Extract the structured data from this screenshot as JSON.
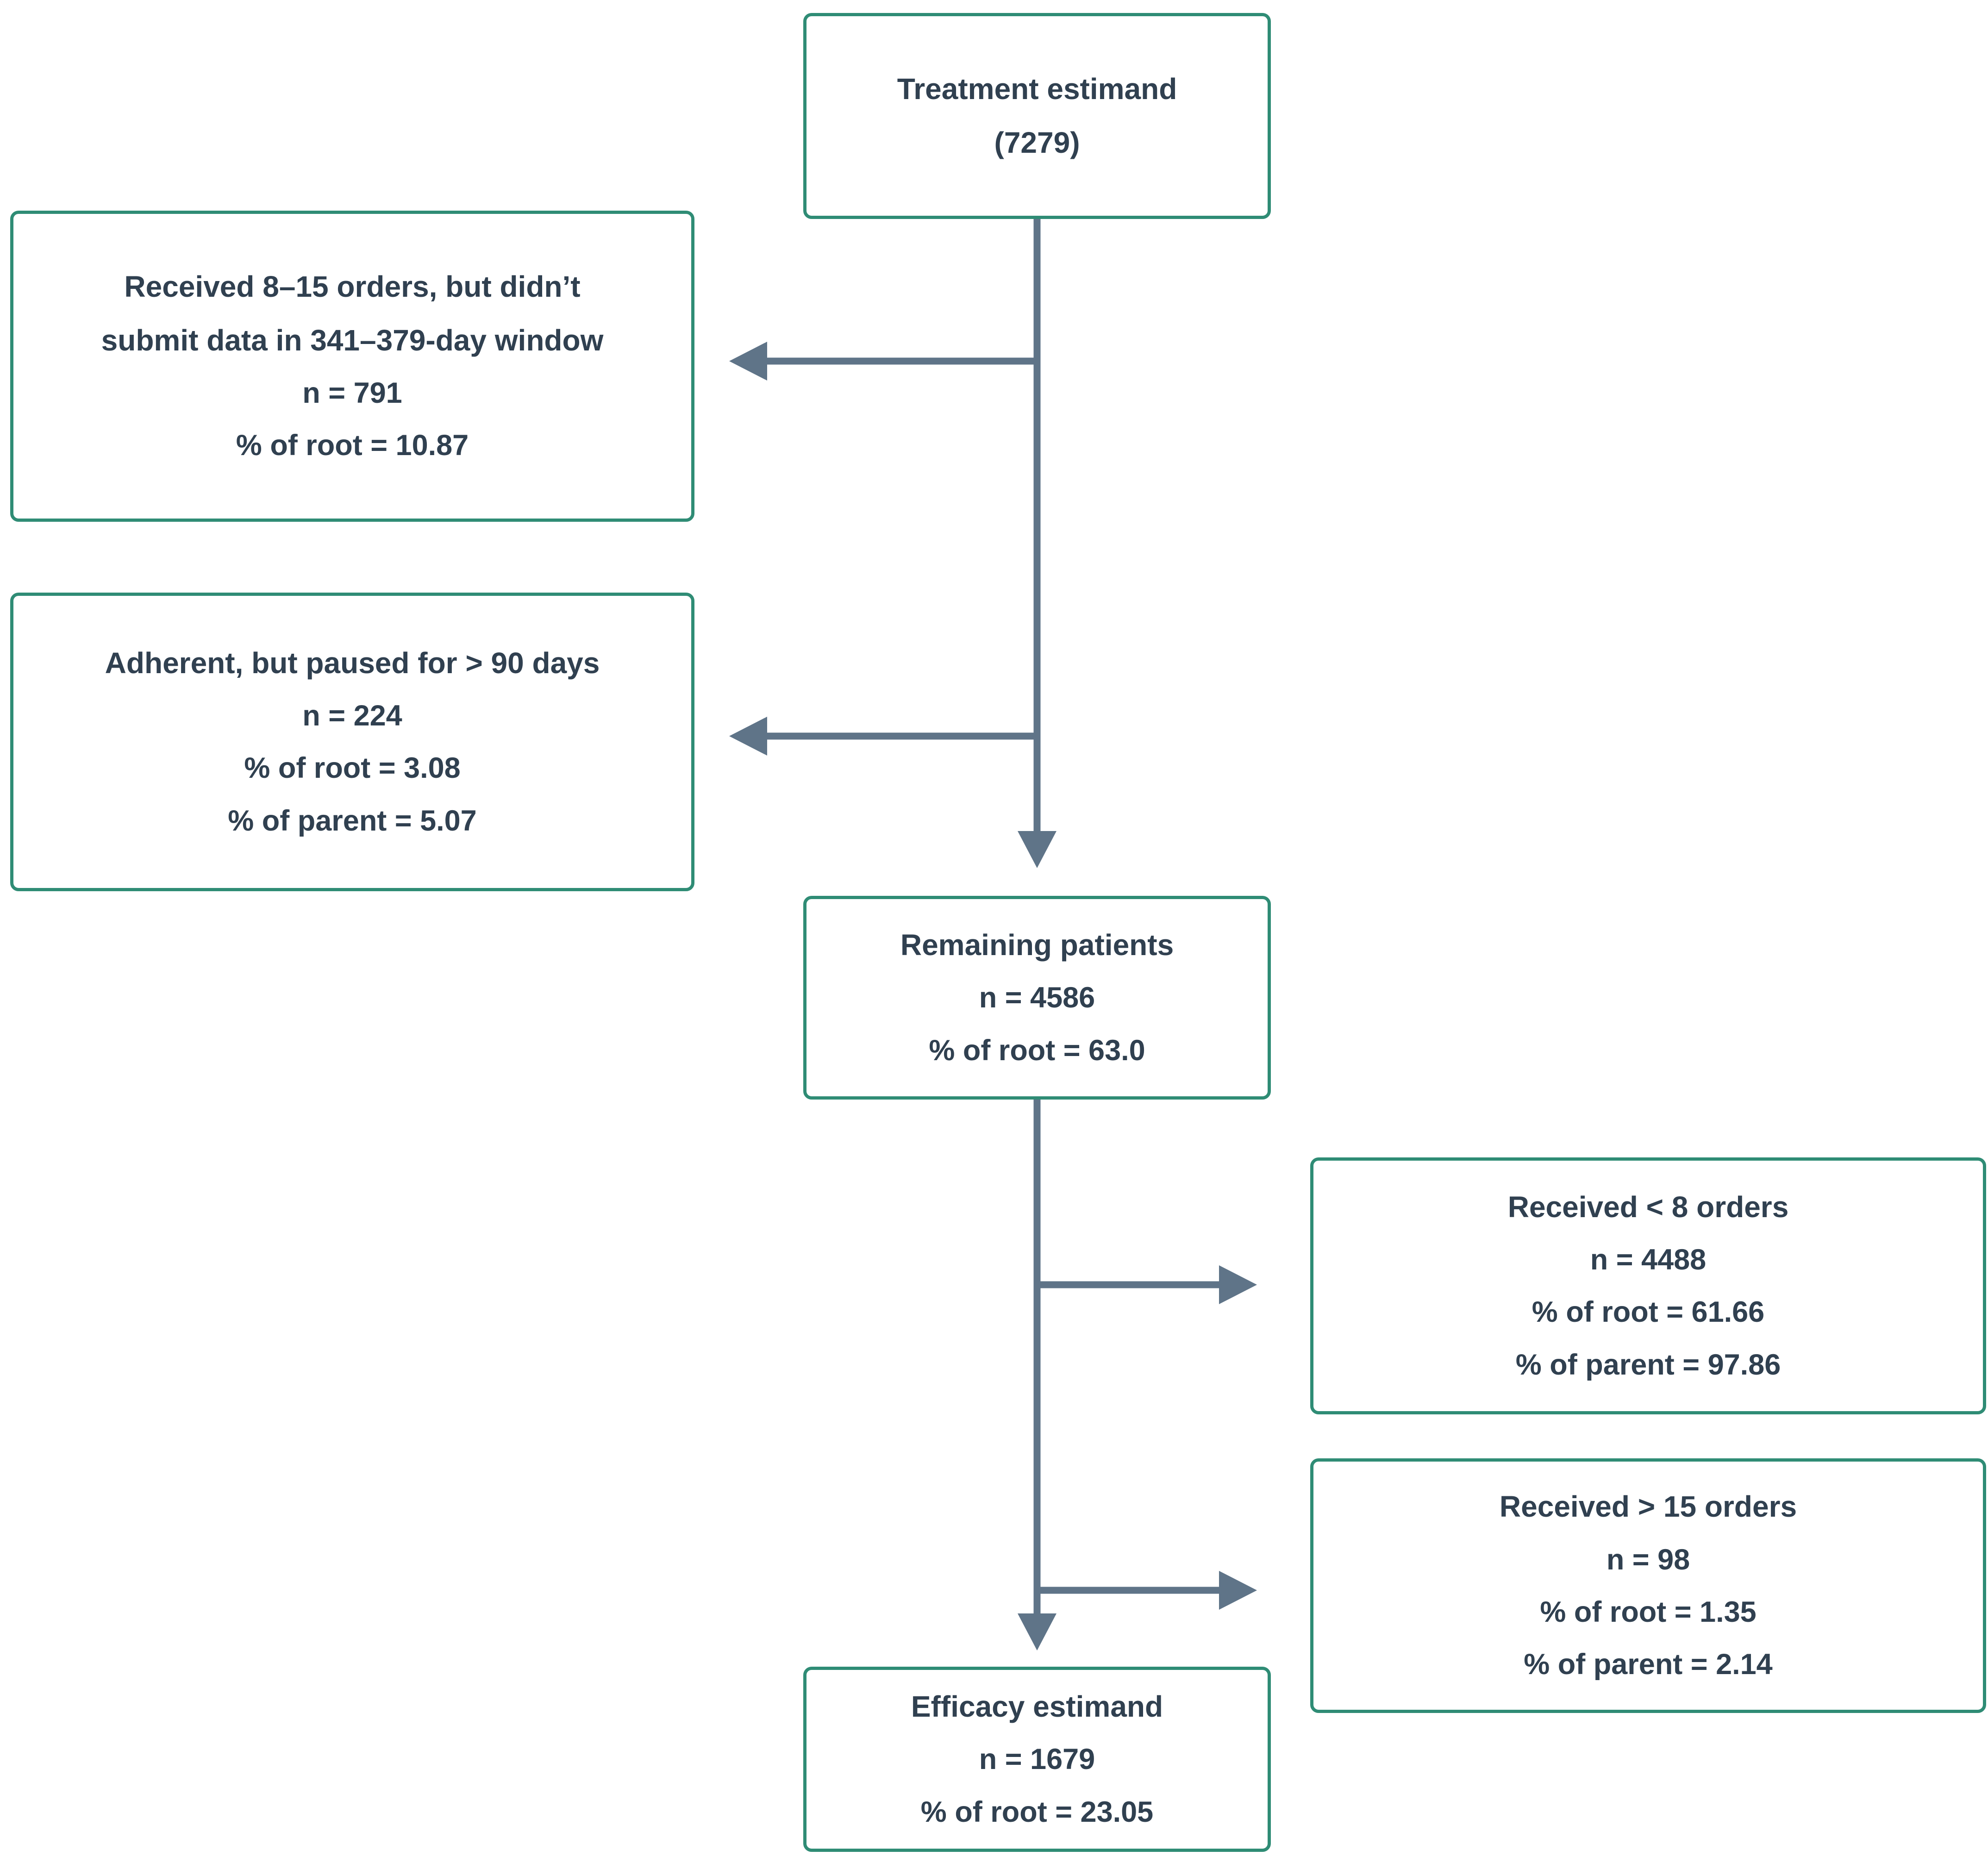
{
  "diagram": {
    "colors": {
      "background": "#ffffff",
      "box_border": "#2f8c75",
      "text": "#304050",
      "connector": "#5f7488"
    },
    "boxes": {
      "root": {
        "lines": [
          "Treatment estimand",
          "(7279)"
        ]
      },
      "left1": {
        "lines": [
          "Received 8–15 orders, but didn’t",
          "submit data in 341–379-day window",
          "n = 791",
          "% of root = 10.87"
        ]
      },
      "left2": {
        "lines": [
          "Adherent, but paused for > 90 days",
          "n = 224",
          "% of root = 3.08",
          "% of parent = 5.07"
        ]
      },
      "middle": {
        "lines": [
          "Remaining patients",
          "n = 4586",
          "% of root = 63.0"
        ]
      },
      "right1": {
        "lines": [
          "Received < 8 orders",
          "n = 4488",
          "% of root = 61.66",
          "% of parent = 97.86"
        ]
      },
      "right2": {
        "lines": [
          "Received > 15 orders",
          "n = 98",
          "% of root = 1.35",
          "% of parent = 2.14"
        ]
      },
      "bottom": {
        "lines": [
          "Efficacy estimand",
          "n = 1679",
          "% of root = 23.05"
        ]
      }
    }
  }
}
